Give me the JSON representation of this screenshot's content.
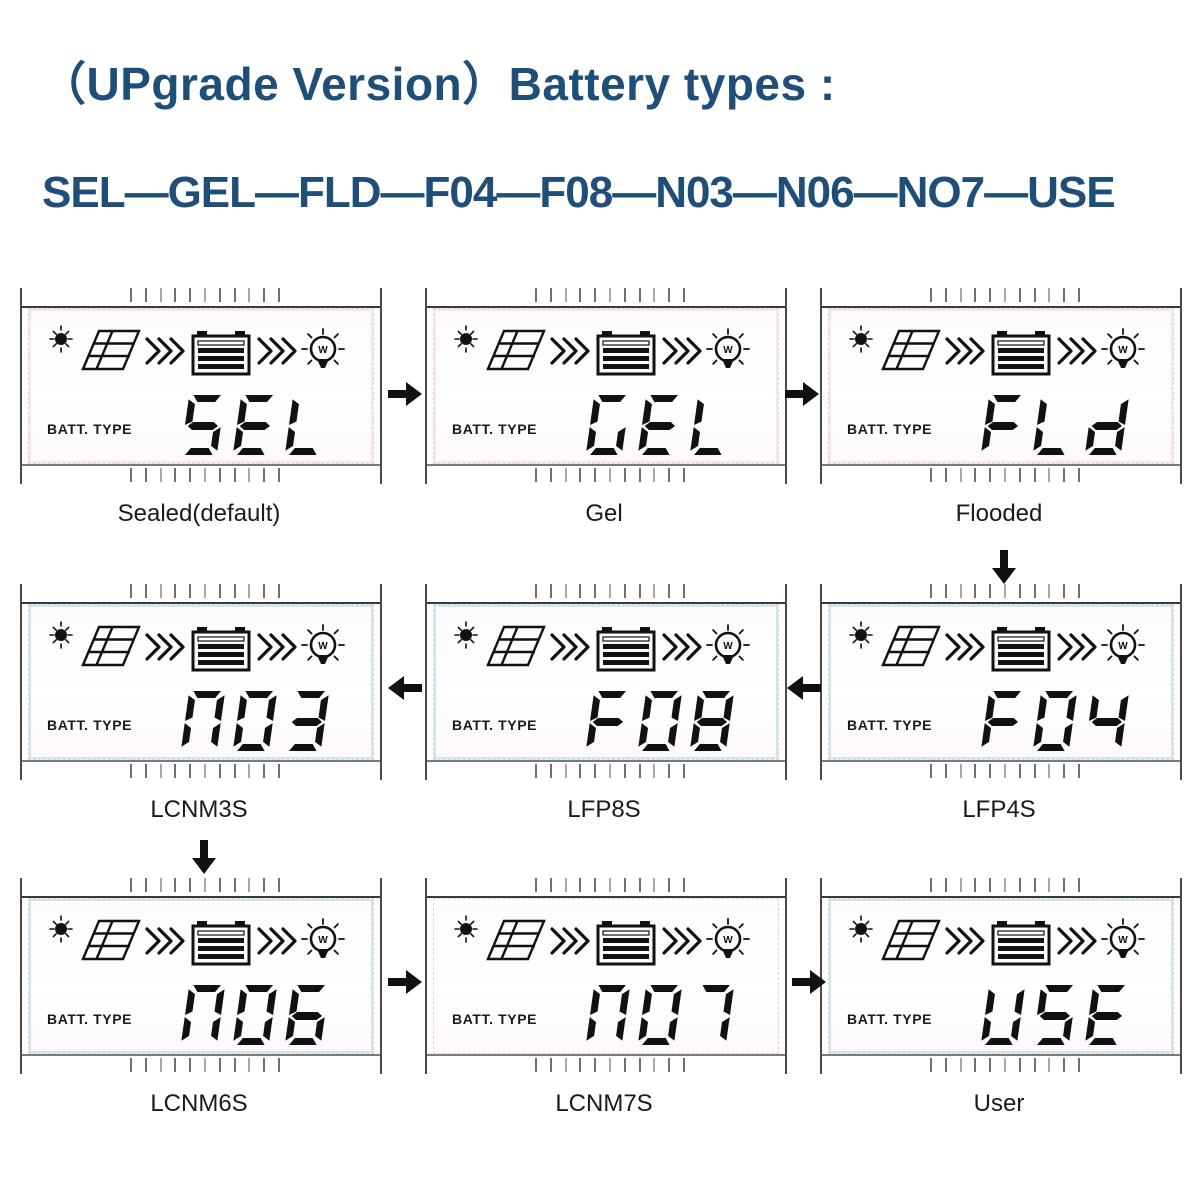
{
  "heading": {
    "line1": "（UPgrade Version）Battery types :",
    "line2": "SEL—GEL—FLD—F04—F08—N03—N06—NO7—USE"
  },
  "colors": {
    "heading": "#1f4e79",
    "lcd_text": "#111111",
    "panel_border": "#4a4a4a"
  },
  "lcd_label": "BATT. TYPE",
  "panels": [
    {
      "value": "SEL",
      "segments": [
        "S",
        "E",
        "L"
      ],
      "caption": "Sealed(default)",
      "tint": "pink"
    },
    {
      "value": "GEL",
      "segments": [
        "G",
        "E",
        "L"
      ],
      "caption": "Gel",
      "tint": "pink"
    },
    {
      "value": "FLd",
      "segments": [
        "F",
        "L",
        "d"
      ],
      "caption": "Flooded",
      "tint": "pink"
    },
    {
      "value": "N03",
      "segments": [
        "N",
        "0",
        "3"
      ],
      "caption": "LCNM3S",
      "tint": "blue"
    },
    {
      "value": "F08",
      "segments": [
        "F",
        "0",
        "8"
      ],
      "caption": "LFP8S",
      "tint": "blue"
    },
    {
      "value": "F04",
      "segments": [
        "F",
        "0",
        "4"
      ],
      "caption": "LFP4S",
      "tint": "blue"
    },
    {
      "value": "N06",
      "segments": [
        "N",
        "0",
        "6"
      ],
      "caption": "LCNM6S",
      "tint": "blue"
    },
    {
      "value": "N07",
      "segments": [
        "N",
        "0",
        "7"
      ],
      "caption": "LCNM7S",
      "tint": "plain"
    },
    {
      "value": "USE",
      "segments": [
        "U",
        "S",
        "E"
      ],
      "caption": "User",
      "tint": "blue"
    }
  ],
  "flow_arrows": [
    {
      "name": "arrow-sealed-to-gel",
      "direction": "right"
    },
    {
      "name": "arrow-gel-to-flooded",
      "direction": "right"
    },
    {
      "name": "arrow-flooded-to-lfp4s",
      "direction": "down"
    },
    {
      "name": "arrow-lfp4s-to-lfp8s",
      "direction": "left"
    },
    {
      "name": "arrow-lfp8s-to-lcnm3s",
      "direction": "left"
    },
    {
      "name": "arrow-lcnm3s-to-lcnm6s",
      "direction": "down"
    },
    {
      "name": "arrow-lcnm6s-to-lcnm7s",
      "direction": "right"
    },
    {
      "name": "arrow-lcnm7s-to-user",
      "direction": "right"
    }
  ],
  "icons": {
    "sun": "sun-icon",
    "solar_panel": "solar-panel-icon",
    "flow_left": "energy-flow-chevrons-icon",
    "battery": "battery-icon",
    "flow_right": "energy-flow-chevrons-icon",
    "load_lamp": "load-lamp-icon",
    "lamp_letter": "W"
  }
}
